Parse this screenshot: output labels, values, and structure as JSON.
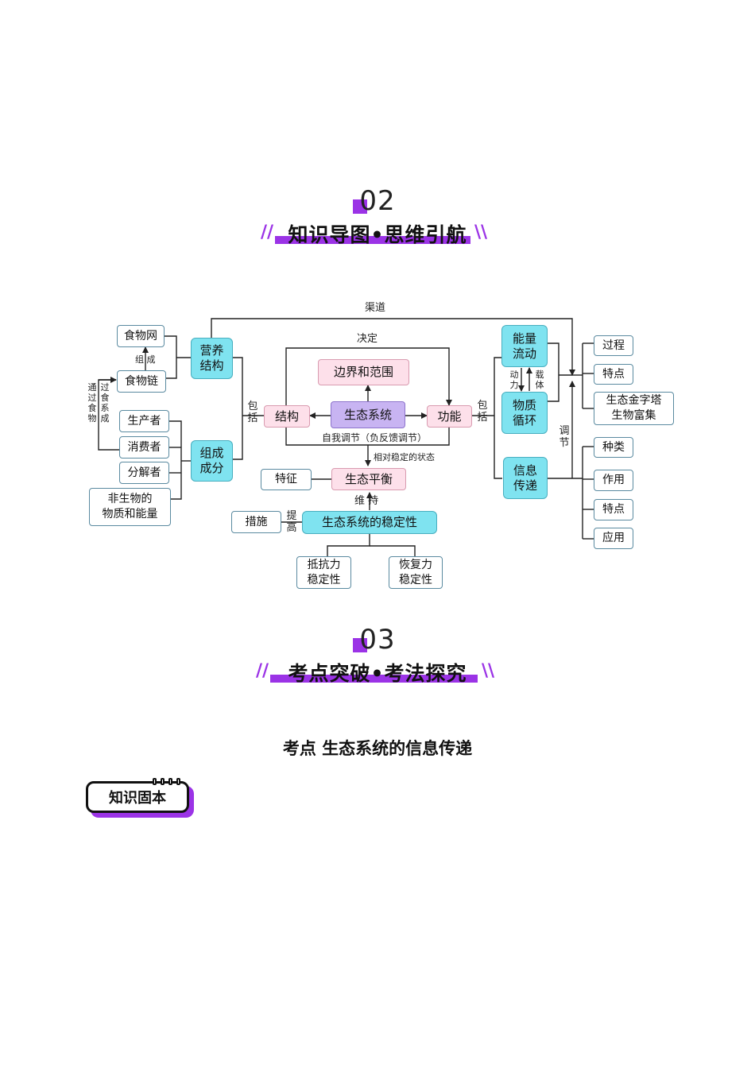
{
  "section2": {
    "number": "02",
    "title": "知识导图•思维引航"
  },
  "section3": {
    "number": "03",
    "title": "考点突破•考法探究"
  },
  "mindmap": {
    "nodes": {
      "food_web": "食物网",
      "food_chain": "食物链",
      "producer": "生产者",
      "consumer": "消费者",
      "decomposer": "分解者",
      "abiotic": "非生物的\n物质和能量",
      "nutrition_structure": "营养\n结构",
      "components": "组成\n成分",
      "structure": "结构",
      "ecosystem": "生态系统",
      "function": "功能",
      "boundary": "边界和范围",
      "balance": "生态平衡",
      "feature": "特征",
      "stability": "生态系统的稳定性",
      "measures": "措施",
      "resistance": "抵抗力\n稳定性",
      "resilience": "恢复力\n稳定性",
      "energy_flow": "能量\n流动",
      "matter_cycle": "物质\n循环",
      "info_transfer": "信息\n传递",
      "process": "过程",
      "trait": "特点",
      "pyramid": "生态金字塔\n生物富集",
      "kind": "种类",
      "role": "作用",
      "trait2": "特点",
      "application": "应用"
    },
    "labels": {
      "channel": "渠道",
      "decide": "决定",
      "compose": "组 成",
      "linked_by": "通过食物",
      "via": "过 食 系 成",
      "include_left": "包括",
      "include_right": "包括",
      "self_regulation": "自我调节（负反馈调节）",
      "relative_stable": "相对稳定的状态",
      "maintain": "维 持",
      "improve": "提高",
      "power": "动力",
      "carrier": "载体",
      "regulate": "调节"
    }
  },
  "kaodian": {
    "title": "考点  生态系统的信息传递"
  },
  "badge": {
    "text": "知识固本"
  }
}
